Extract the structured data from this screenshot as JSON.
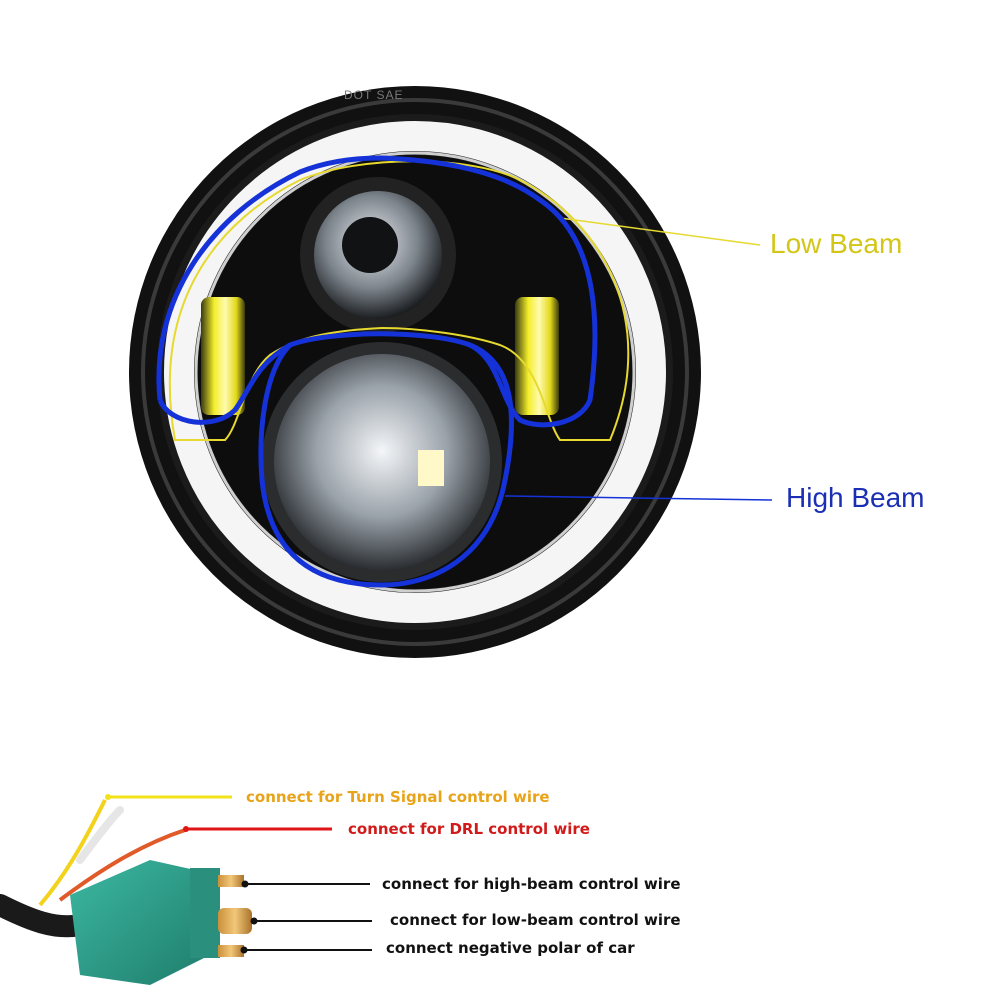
{
  "headlight": {
    "marking": "DOT SAE",
    "low_beam_label": "Low Beam",
    "high_beam_label": "High Beam"
  },
  "wiring": {
    "turn_signal": "connect for Turn Signal control wire",
    "drl": "connect for DRL control wire",
    "high_beam": "connect for high-beam control wire",
    "low_beam": "connect for low-beam control wire",
    "negative": "connect negative polar of car"
  },
  "colors": {
    "low_beam_outline": "#e6d930",
    "high_beam_outline": "#1432d8",
    "turn_signal_line": "#f2e21a",
    "drl_line": "#e01515",
    "plug": "#2fa08c"
  }
}
